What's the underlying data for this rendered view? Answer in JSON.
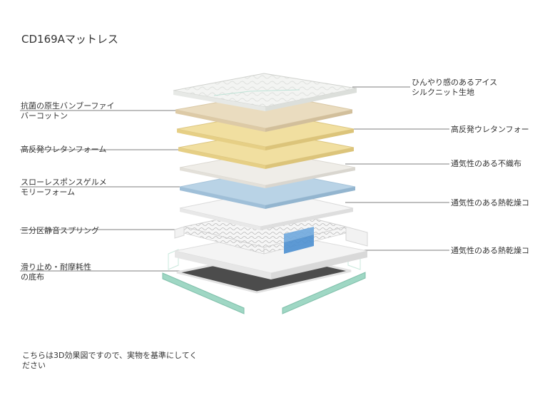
{
  "title": "CD169Aマットレス",
  "labels": {
    "left": [
      {
        "id": "fiber",
        "lines": [
          "抗菌の原生バンブーファイ",
          "バーコットン"
        ]
      },
      {
        "id": "foam-left",
        "lines": [
          "高反発ウレタンフォーム"
        ]
      },
      {
        "id": "slow-gel",
        "lines": [
          "スローレスポンスゲルメ",
          "モリーフォーム"
        ]
      },
      {
        "id": "spring",
        "lines": [
          "三分区静音スプリング"
        ]
      },
      {
        "id": "base",
        "lines": [
          "滑り止め・耐摩耗性",
          "の底布"
        ]
      }
    ],
    "right": [
      {
        "id": "ice-knit",
        "lines": [
          "ひんやり感のあるアイス",
          "シルクニット生地"
        ]
      },
      {
        "id": "foam-right",
        "lines": [
          "高反発ウレタンフォー"
        ]
      },
      {
        "id": "nonwoven",
        "lines": [
          "通気性のある不織布"
        ]
      },
      {
        "id": "cotton-1",
        "lines": [
          "通気性のある熱乾燥コ"
        ]
      },
      {
        "id": "cotton-2",
        "lines": [
          "通気性のある熱乾燥コ"
        ]
      }
    ]
  },
  "note": "こちらは3D効果図ですので、実物を基準にしてください",
  "colors": {
    "knit": "#f3f4f2",
    "fiber": "#eadcbf",
    "foam": "#f1dfa0",
    "nonwoven": "#efede8",
    "gel": "#b9d3e6",
    "cotton": "#f4f4f4",
    "spring_blue": "#4b8fd0",
    "base_dark": "#4c4c4c",
    "frame_green": "#9fd7c4",
    "line": "#555555"
  }
}
